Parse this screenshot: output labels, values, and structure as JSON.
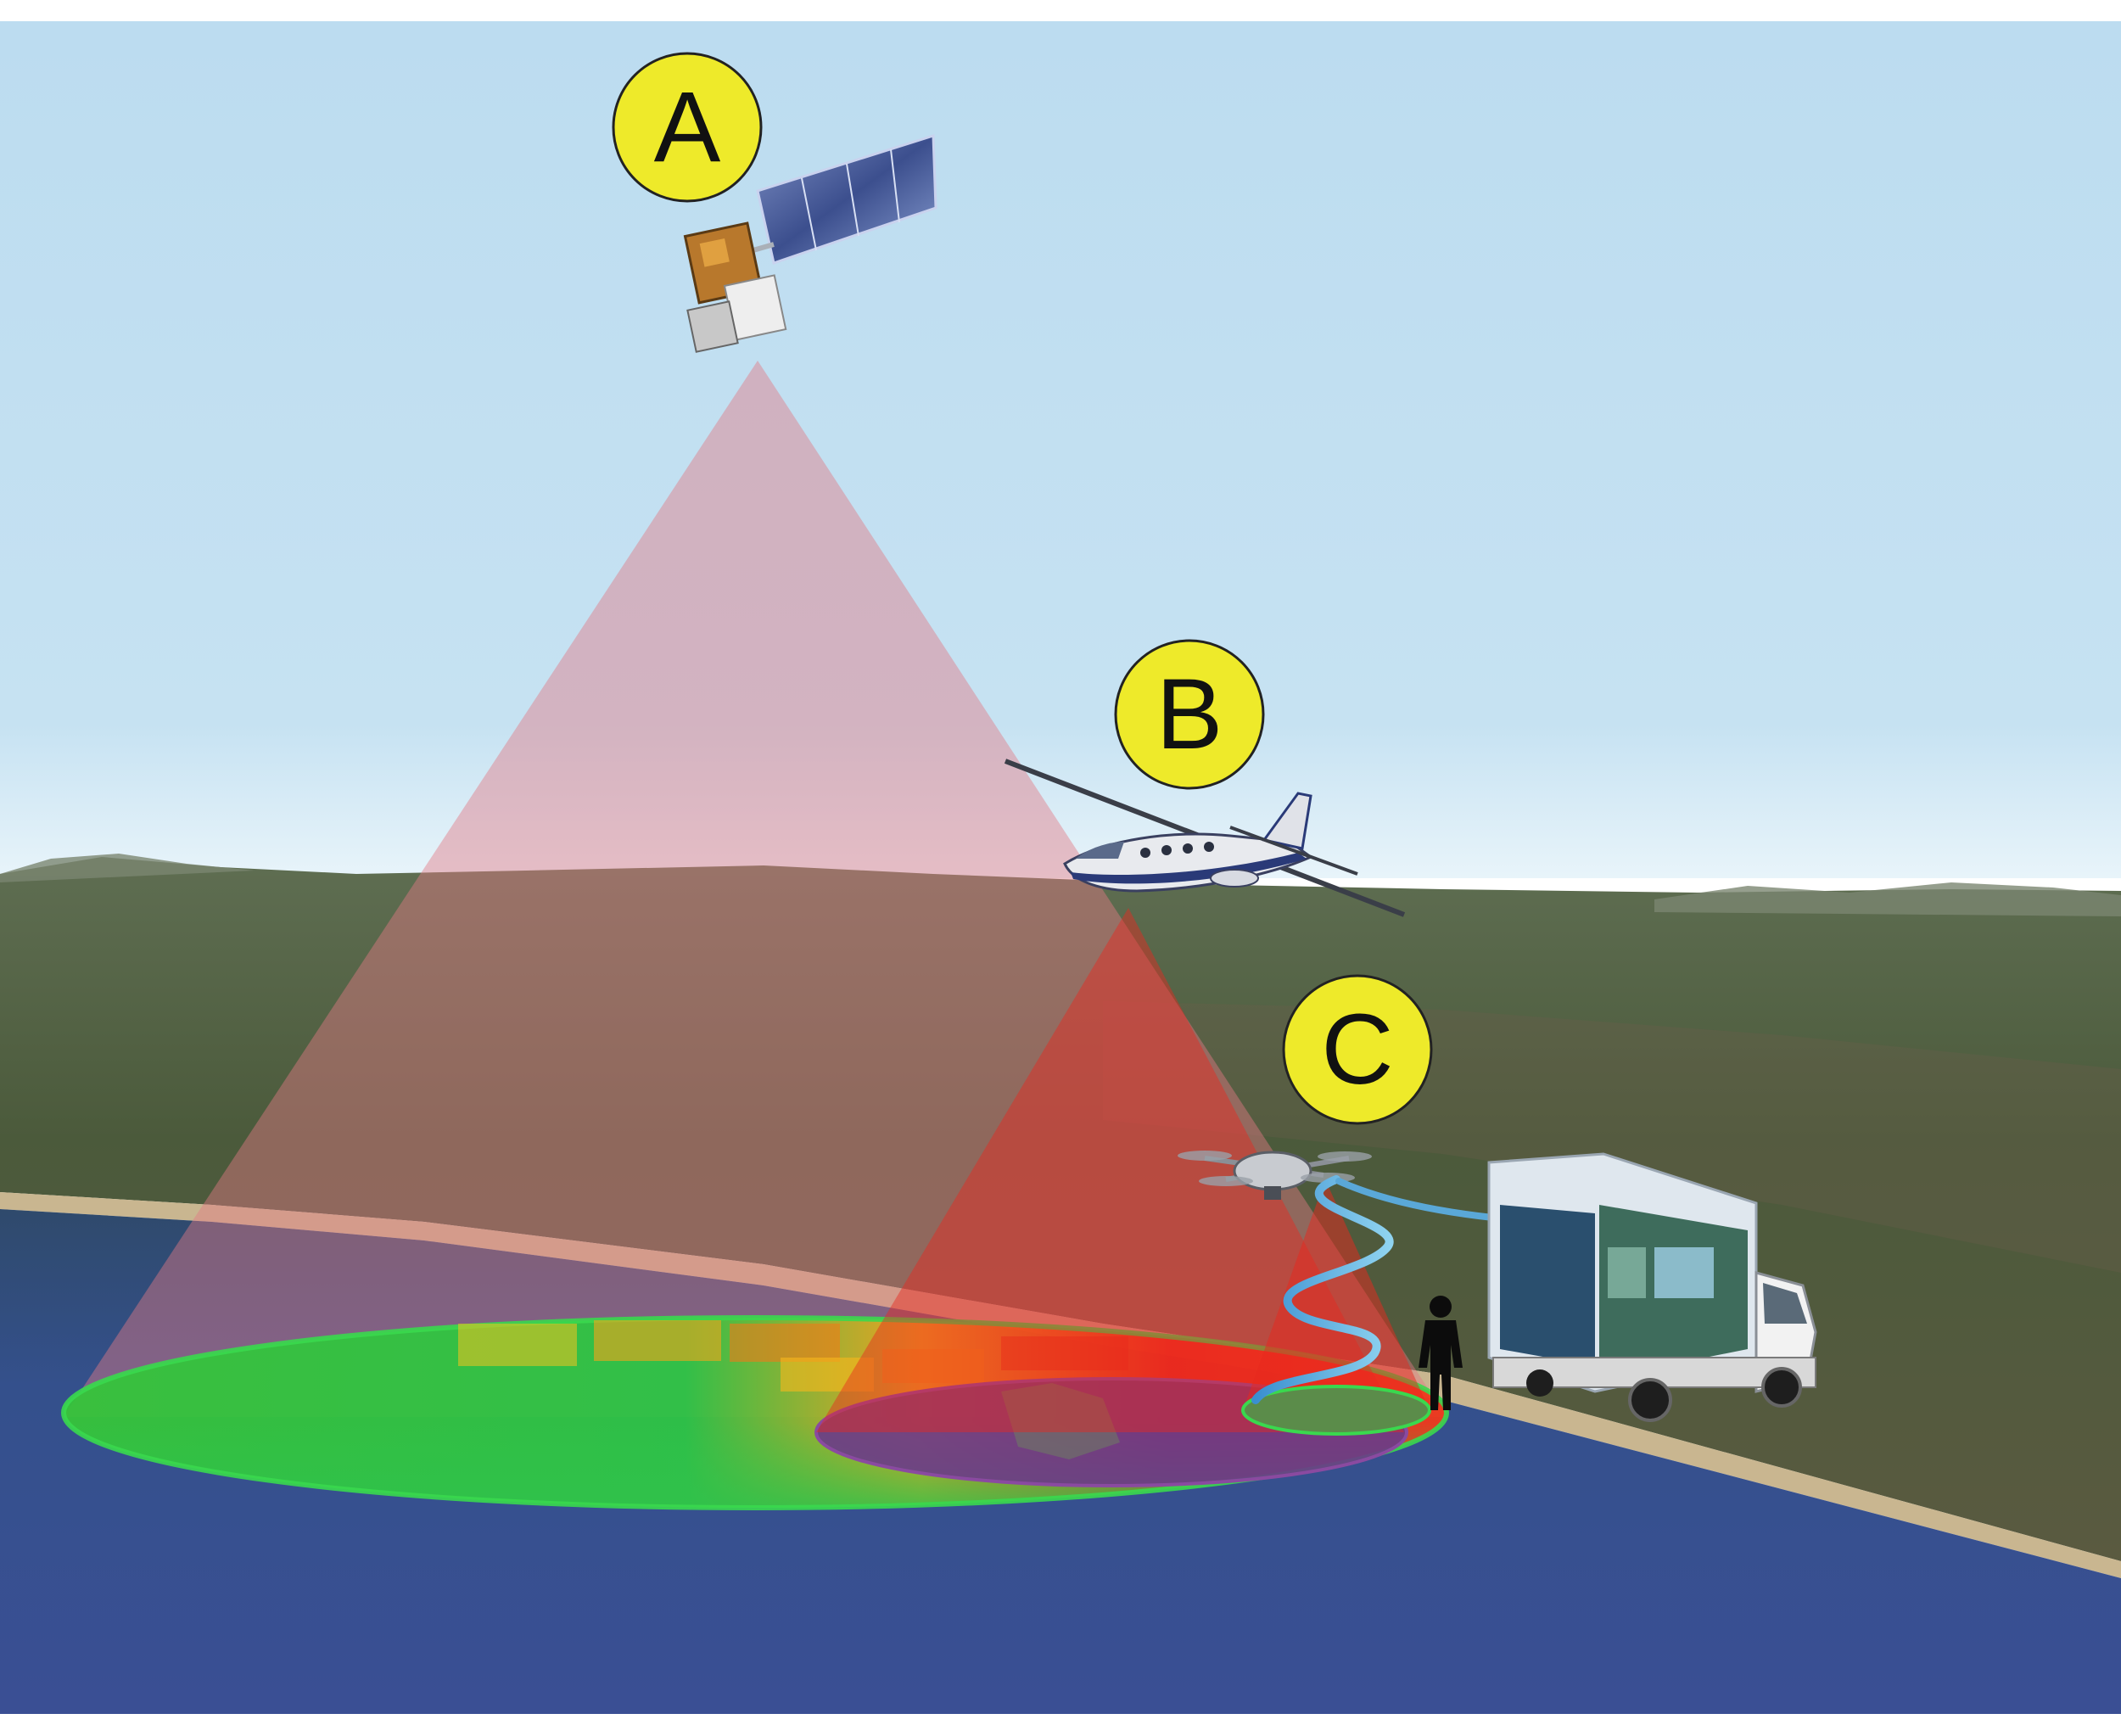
{
  "labels": {
    "a": "A",
    "b": "B",
    "c": "C"
  },
  "colors": {
    "sky_top": "#bcdcf0",
    "sky_horizon": "#e6f3fa",
    "land": "#4f5f3c",
    "sea": "#324a86",
    "beach": "#c9b690",
    "label_badge": "#eeea2a",
    "beam_a": "#e27a86",
    "beam_bc": "#e8281e"
  },
  "icons": {
    "satellite": "satellite-icon",
    "aircraft": "aircraft-icon",
    "drone": "drone-icon",
    "person": "person-icon",
    "vehicle": "mobile-lab-truck-icon"
  }
}
